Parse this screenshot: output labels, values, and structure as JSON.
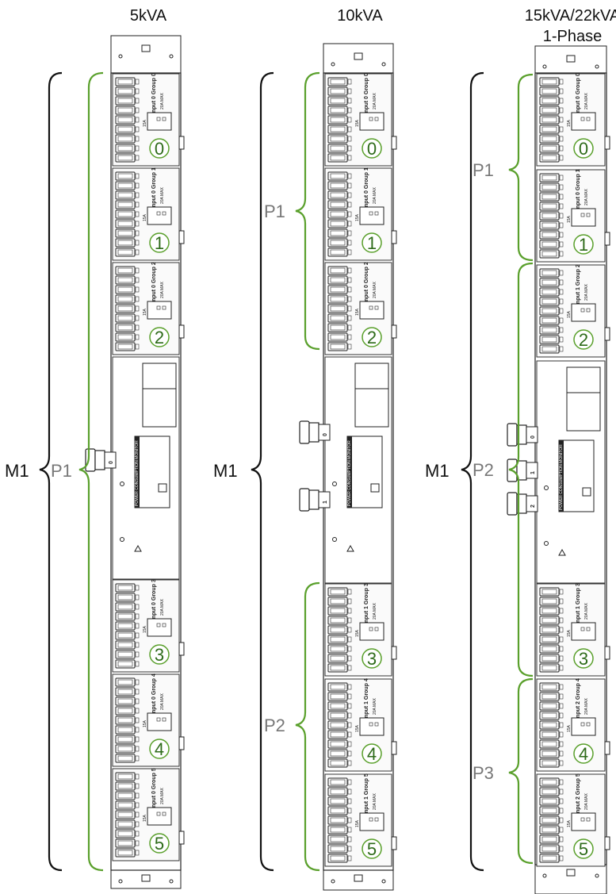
{
  "units": [
    {
      "title": "5kVA",
      "subtitle": "",
      "main_label": "M1",
      "phase_labels": [
        "P1"
      ],
      "groups": [
        {
          "number": "0",
          "text": "Input 0 Group 0",
          "rating": "20A MAX"
        },
        {
          "number": "1",
          "text": "Input 0 Group 1",
          "rating": "20A MAX"
        },
        {
          "number": "2",
          "text": "Input 0 Group 2",
          "rating": "20A MAX"
        },
        {
          "number": "3",
          "text": "Input 0 Group 3",
          "rating": "20A MAX"
        },
        {
          "number": "4",
          "text": "Input 0 Group 4",
          "rating": "20A MAX"
        },
        {
          "number": "5",
          "text": "Input 0 Group 5",
          "rating": "20A MAX"
        }
      ],
      "inputs": [
        "0"
      ]
    },
    {
      "title": "10kVA",
      "subtitle": "",
      "main_label": "M1",
      "phase_labels": [
        "P1",
        "P2"
      ],
      "groups": [
        {
          "number": "0",
          "text": "Input 0 Group 0",
          "rating": "20A MAX"
        },
        {
          "number": "1",
          "text": "Input 0 Group 1",
          "rating": "20A MAX"
        },
        {
          "number": "2",
          "text": "Input 0 Group 2",
          "rating": "20A MAX"
        },
        {
          "number": "3",
          "text": "Input 1 Group 3",
          "rating": "20A MAX"
        },
        {
          "number": "4",
          "text": "Input 1 Group 4",
          "rating": "20A MAX"
        },
        {
          "number": "5",
          "text": "Input 1 Group 5",
          "rating": "20A MAX"
        }
      ],
      "inputs": [
        "0",
        "1"
      ]
    },
    {
      "title": "15kVA/22kVA",
      "subtitle": "1-Phase",
      "main_label": "M1",
      "phase_labels": [
        "P1",
        "P2",
        "P3"
      ],
      "groups": [
        {
          "number": "0",
          "text": "Input 0 Group 0",
          "rating": "20A MAX"
        },
        {
          "number": "1",
          "text": "Input 0 Group 1",
          "rating": "20A MAX"
        },
        {
          "number": "2",
          "text": "Input 1 Group 2",
          "rating": "20A MAX"
        },
        {
          "number": "3",
          "text": "Input 1 Group 3",
          "rating": "20A MAX"
        },
        {
          "number": "4",
          "text": "Input 2 Group 4",
          "rating": "20A MAX"
        },
        {
          "number": "5",
          "text": "Input 2 Group 5",
          "rating": "20A MAX"
        }
      ],
      "inputs": [
        "0",
        "1",
        "2"
      ]
    }
  ],
  "monitor_label": "POWER CONSUMPTION MONITOR",
  "breaker_rating": "15A",
  "colors": {
    "bracket_green": "#5aa02c",
    "group_number": "#2e6b1a",
    "bracket_black": "#111111",
    "phase_gray": "#777777"
  }
}
